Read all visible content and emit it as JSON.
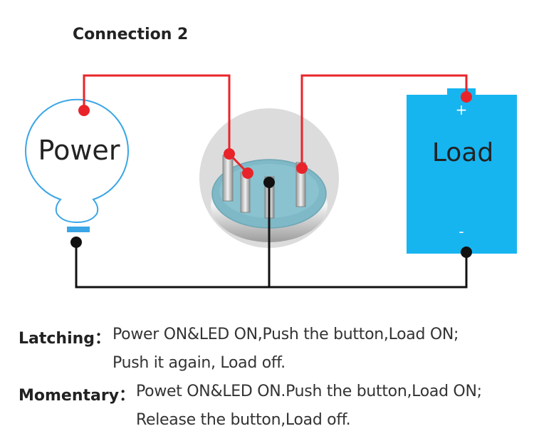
{
  "title": "Connection 2",
  "components": {
    "power_label": "Power",
    "load_label": "Load",
    "load_plus": "+",
    "load_minus": "-"
  },
  "colors": {
    "wire_positive": "#e8242a",
    "wire_negative": "#111111",
    "power_outline": "#3ba6e6",
    "load_fill": "#16b5f0",
    "switch_face": "#7fb8c6"
  },
  "notes": {
    "latching": {
      "label": "Latching：",
      "line1": "Power ON&LED ON,Push the button,Load ON;",
      "line2": "Push it again, Load off."
    },
    "momentary": {
      "label": "Momentary：",
      "line1": "Powet ON&LED ON.Push the button,Load ON;",
      "line2": "Release the button,Load off."
    }
  }
}
